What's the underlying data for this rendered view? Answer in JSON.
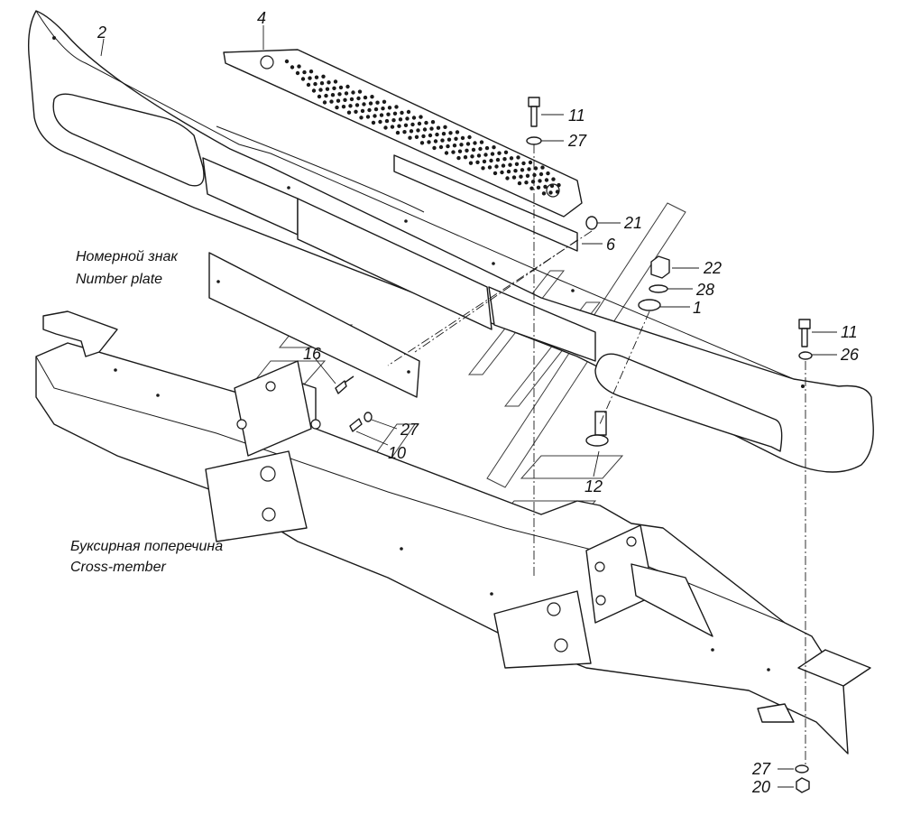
{
  "captions": {
    "plate_ru": "Номерной знак",
    "plate_en": "Number plate",
    "crossmember_ru": "Буксирная поперечина",
    "crossmember_en": "Cross-member"
  },
  "callouts": {
    "c2": "2",
    "c4": "4",
    "c11a": "11",
    "c27a": "27",
    "c21": "21",
    "c6": "6",
    "c22": "22",
    "c28": "28",
    "c1": "1",
    "c11b": "11",
    "c26": "26",
    "c16": "16",
    "c27b": "27",
    "c10": "10",
    "c12": "12",
    "c27c": "27",
    "c20": "20"
  },
  "colors": {
    "line": "#1a1a1a",
    "background": "#ffffff"
  }
}
